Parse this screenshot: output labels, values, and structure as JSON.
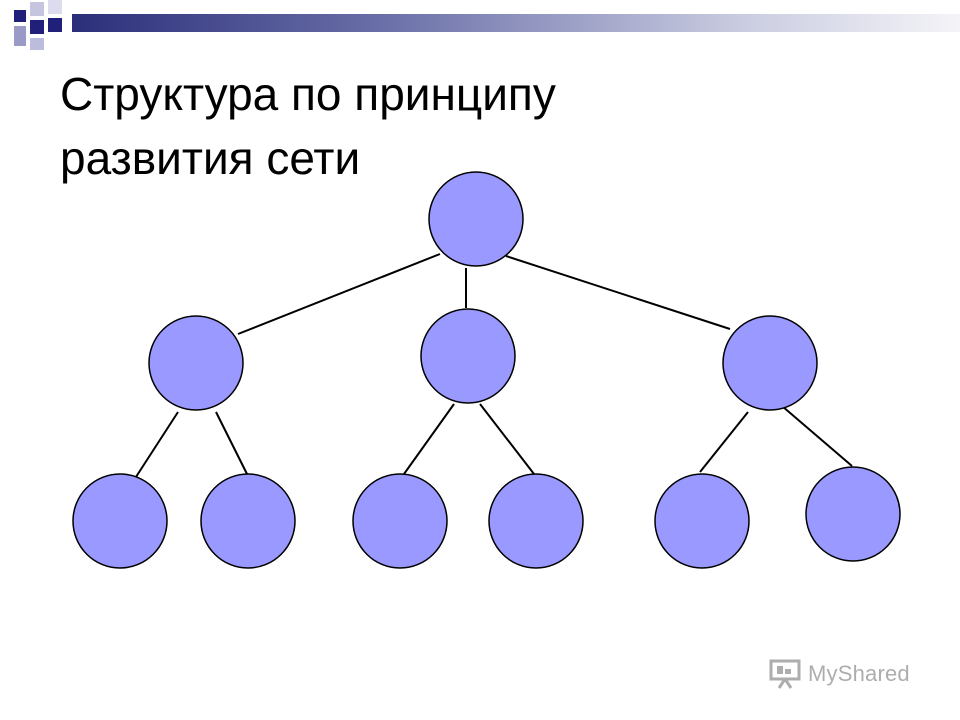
{
  "slide": {
    "title_line1": "Структура по принципу",
    "title_line2": "развития сети"
  },
  "diagram": {
    "type": "tree",
    "root": {
      "children": [
        {
          "children": [
            {},
            {}
          ]
        },
        {
          "children": [
            {},
            {}
          ]
        },
        {
          "children": [
            {},
            {}
          ]
        }
      ]
    },
    "node_fill": "#9999ff",
    "node_stroke": "#000000",
    "edge_color": "#000000"
  },
  "theme": {
    "bar_dark": "#2b2f7a",
    "square_navy": "#20207a",
    "square_lavender": "#9a9ac8"
  },
  "watermark": {
    "text": "MyShared",
    "icon": "presentation-board-icon"
  }
}
